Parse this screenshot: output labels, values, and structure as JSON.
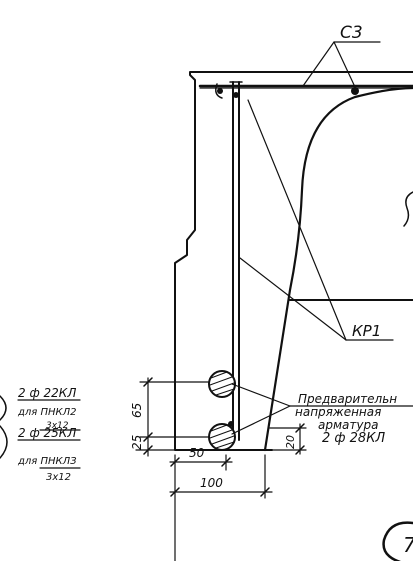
{
  "labels": {
    "c3": "С3",
    "kp1": "КР1",
    "prestressed": [
      "Предварительн",
      "напряженная",
      "арматура",
      "2 ф 28КЛ"
    ],
    "spec_top": {
      "bars": "2 ф 22КЛ",
      "for": "для ПНКЛ2",
      "size": "3х12"
    },
    "spec_bottom": {
      "bars": "2 ф 25КЛ",
      "for": "для ПНКЛЗ",
      "size": "3х12"
    },
    "detail_number": "7"
  },
  "dimensions": {
    "d65": "65",
    "d25": "25",
    "d20": "20",
    "d50": "50",
    "d100": "100"
  }
}
